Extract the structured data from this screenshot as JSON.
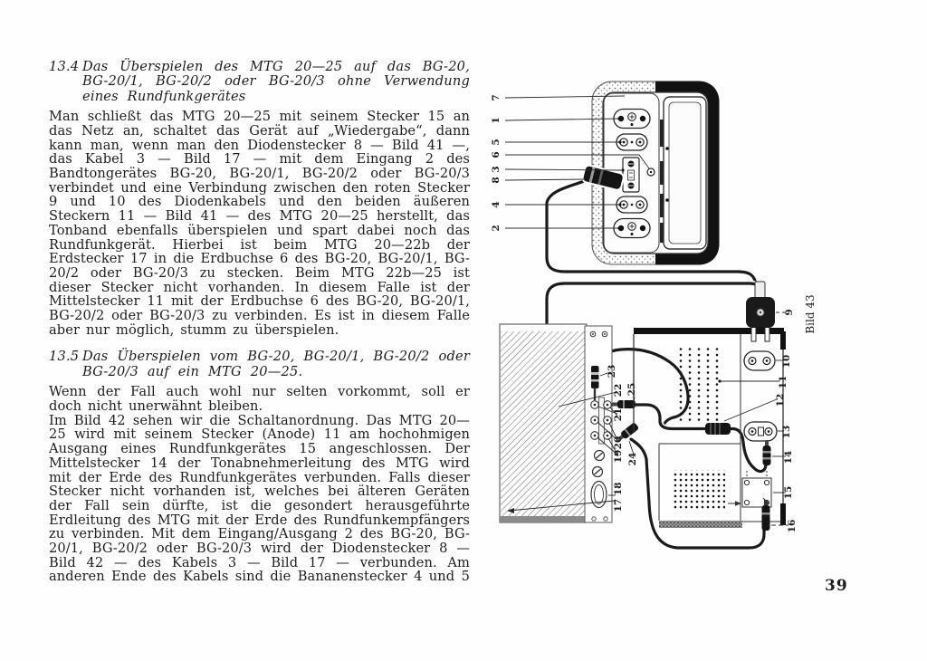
{
  "page": {
    "number": "39"
  },
  "sections": [
    {
      "number": "13.4",
      "title": "Das Überspielen des MTG 20—25 auf das BG-20, BG-20/1, BG-20/2 oder BG-20/3 ohne Verwendung eines Rundfunkgerätes",
      "paragraphs": [
        "Man schließt das MTG 20—25 mit seinem Stecker 15 an das Netz an, schaltet das Gerät auf „Wiedergabe“, dann kann man, wenn man den Diodenstecker 8 — Bild 41 —, das Kabel 3 — Bild 17 — mit dem Eingang 2 des Bandtongerätes BG-20, BG-20/1, BG-20/2 oder BG-20/3 verbindet und eine Verbindung zwischen den roten Stecker 9 und 10 des Diodenkabels und den beiden äußeren Steckern 11 — Bild 41 — des MTG 20—25 herstellt, das Tonband ebenfalls überspielen und spart dabei noch das Rundfunkgerät. Hierbei ist beim MTG 20—22b der Erdstecker 17 in die Erdbuchse 6 des BG-20, BG-20/1, BG-20/2 oder BG-20/3 zu stecken. Beim MTG 22b—25 ist dieser Stecker nicht vorhanden. In diesem Falle ist der Mittelstecker 11 mit der Erdbuchse 6 des BG-20, BG-20/1, BG-20/2 oder BG-20/3 zu verbinden. Es ist in diesem Falle aber nur möglich, stumm zu überspielen."
      ]
    },
    {
      "number": "13.5",
      "title": "Das Überspielen vom BG-20, BG-20/1, BG-20/2 oder BG-20/3 auf ein MTG 20—25.",
      "paragraphs": [
        "Wenn der Fall auch wohl nur selten vorkommt, soll er doch nicht unerwähnt bleiben.",
        "Im Bild 42 sehen wir die Schaltanordnung. Das MTG 20—25 wird mit seinem Stecker (Anode) 11 am hochohmigen Ausgang eines Rundfunkgerätes 15 angeschlossen. Der Mittelstecker 14 der Tonabnehmerleitung des MTG wird mit der Erde des Rundfunkgerätes verbunden. Falls dieser Stecker nicht vorhanden ist, welches bei älteren Geräten der Fall sein dürfte, ist die gesondert herausgeführte Erdleitung des MTG mit der Erde des Rundfunkempfängers zu verbinden. Mit dem Eingang/Ausgang 2 des BG-20, BG-20/1, BG-20/2 oder BG-20/3 wird der Diodenstecker 8 — Bild 42 — des Kabels 3 — Bild 17 — verbunden. Am anderen Ende des Kabels sind die Bananenstecker 4 und 5"
      ]
    }
  ],
  "figure": {
    "caption": "Bild 43",
    "top_labels": [
      "7",
      "1",
      "5",
      "6",
      "3",
      "8",
      "4",
      "2"
    ],
    "right_labels": [
      "9",
      "10",
      "11",
      "12",
      "13",
      "14",
      "15",
      "16"
    ],
    "inner_labels": [
      "23",
      "22",
      "25",
      "21",
      "20",
      "19",
      "24",
      "17 18"
    ]
  },
  "colors": {
    "ink": "#1b1b1b",
    "hatch": "#6f6f6f"
  }
}
